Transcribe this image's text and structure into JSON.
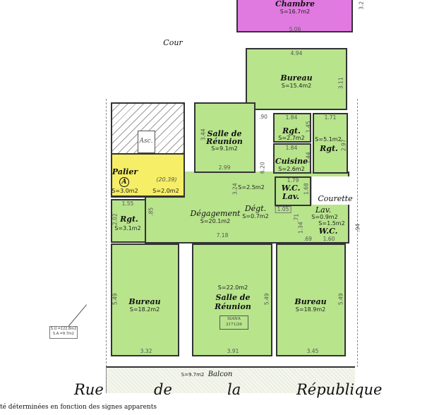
{
  "colors": {
    "room": "#b8e48c",
    "chambre": "#e07ae0",
    "palier": "#f5ee66",
    "walls": "#333333"
  },
  "cour": "Cour",
  "chambre": {
    "name": "Chambre",
    "area": "S=16.7m2",
    "dim_w": "5.06",
    "dim_h": "3.2"
  },
  "bureau_top": {
    "name": "Bureau",
    "area": "S=15.4m2",
    "dim_w": "4.94",
    "dim_h": "3.11"
  },
  "asc": "Asc.",
  "palier": {
    "name": "Palier",
    "mark": "A",
    "area": "S=3.0m2",
    "level": "(20.39)",
    "area2": "S=2.0m2"
  },
  "salle_small": {
    "name1": "Salle de",
    "name2": "Réunion",
    "area": "S=9.1m2",
    "dim_h": "3.44",
    "dim_w": "2.99"
  },
  "rgt1": {
    "name": "Rgt.",
    "area": "S=2.7m2",
    "dim_w": "1.84",
    "dim_h": "1.45"
  },
  "rgt2": {
    "name": "Rgt.",
    "area": "S=5.1m2",
    "dim_w": "1.71",
    "dim_h": "2.97"
  },
  "cuisine": {
    "name": "Cuisine",
    "area": "S=2.6m2",
    "dim_w": "1.84",
    "dim_h": "1.44"
  },
  "wc_lav": {
    "name1": "W.C.",
    "name2": "Lav.",
    "dim_w": "1.79",
    "dim_h": "1.68"
  },
  "door_dim": ".90",
  "corridor": {
    "area": "S=2.5m2",
    "dim": "6.20"
  },
  "courette": "Courette",
  "degagement": {
    "name": "Dégagement",
    "area": "S=20.1m2",
    "dim_h": "3.24",
    "dim_w": "7.18"
  },
  "degt": {
    "name": "Dégt.",
    "area": "S=0.7m2",
    "dim_w": "1.05",
    "dim_h": ".71"
  },
  "lav": {
    "name": "Lav.",
    "area": "S=0.9m2"
  },
  "wc": {
    "name": "W.C.",
    "area": "S=1.5m2",
    "dim_w": "1.60",
    "dim_h": ".94",
    "dim_a": ".69",
    "dim_b": "1.34"
  },
  "rgt3": {
    "name": "Rgt.",
    "area": "S=3.1m2",
    "dim_w": "1.55",
    "dim_h": "2.02",
    "dim_d": ".85"
  },
  "bureau_left": {
    "name": "Bureau",
    "area": "S=18.2m2",
    "dim_h": "5.49",
    "dim_w": "3.32"
  },
  "salle_big": {
    "area": "S=22.0m2",
    "name1": "Salle de",
    "name2": "Réunion",
    "dim_h": "5.49",
    "dim_w": "3.91",
    "stamp1": "SIANA",
    "stamp2": "2171/26"
  },
  "bureau_right": {
    "name": "Bureau",
    "area": "S=18.9m2",
    "dim_h": "5.49",
    "dim_w": "3.45"
  },
  "summary": {
    "su": "S.U.=122.8m2",
    "sa": "S.A.=9.7m2"
  },
  "balcon": {
    "area": "S=9.7m2",
    "name": "Balcon"
  },
  "street": [
    "Rue",
    "de",
    "la",
    "République"
  ],
  "footer": "té déterminées en fonction des signes apparents"
}
